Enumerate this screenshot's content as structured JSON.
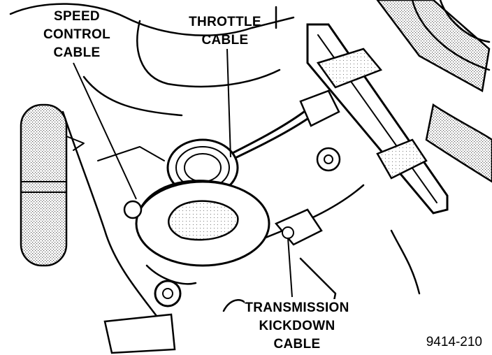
{
  "labels": {
    "speed_control_line1": "SPEED",
    "speed_control_line2": "CONTROL",
    "speed_control_line3": "CABLE",
    "throttle_line1": "THROTTLE",
    "throttle_line2": "CABLE",
    "kickdown_line1": "TRANSMISSION",
    "kickdown_line2": "KICKDOWN",
    "kickdown_line3": "CABLE"
  },
  "figure_number": "9414-210",
  "colors": {
    "ink": "#000000",
    "paper": "#ffffff",
    "stipple": "#8a8a8a"
  }
}
